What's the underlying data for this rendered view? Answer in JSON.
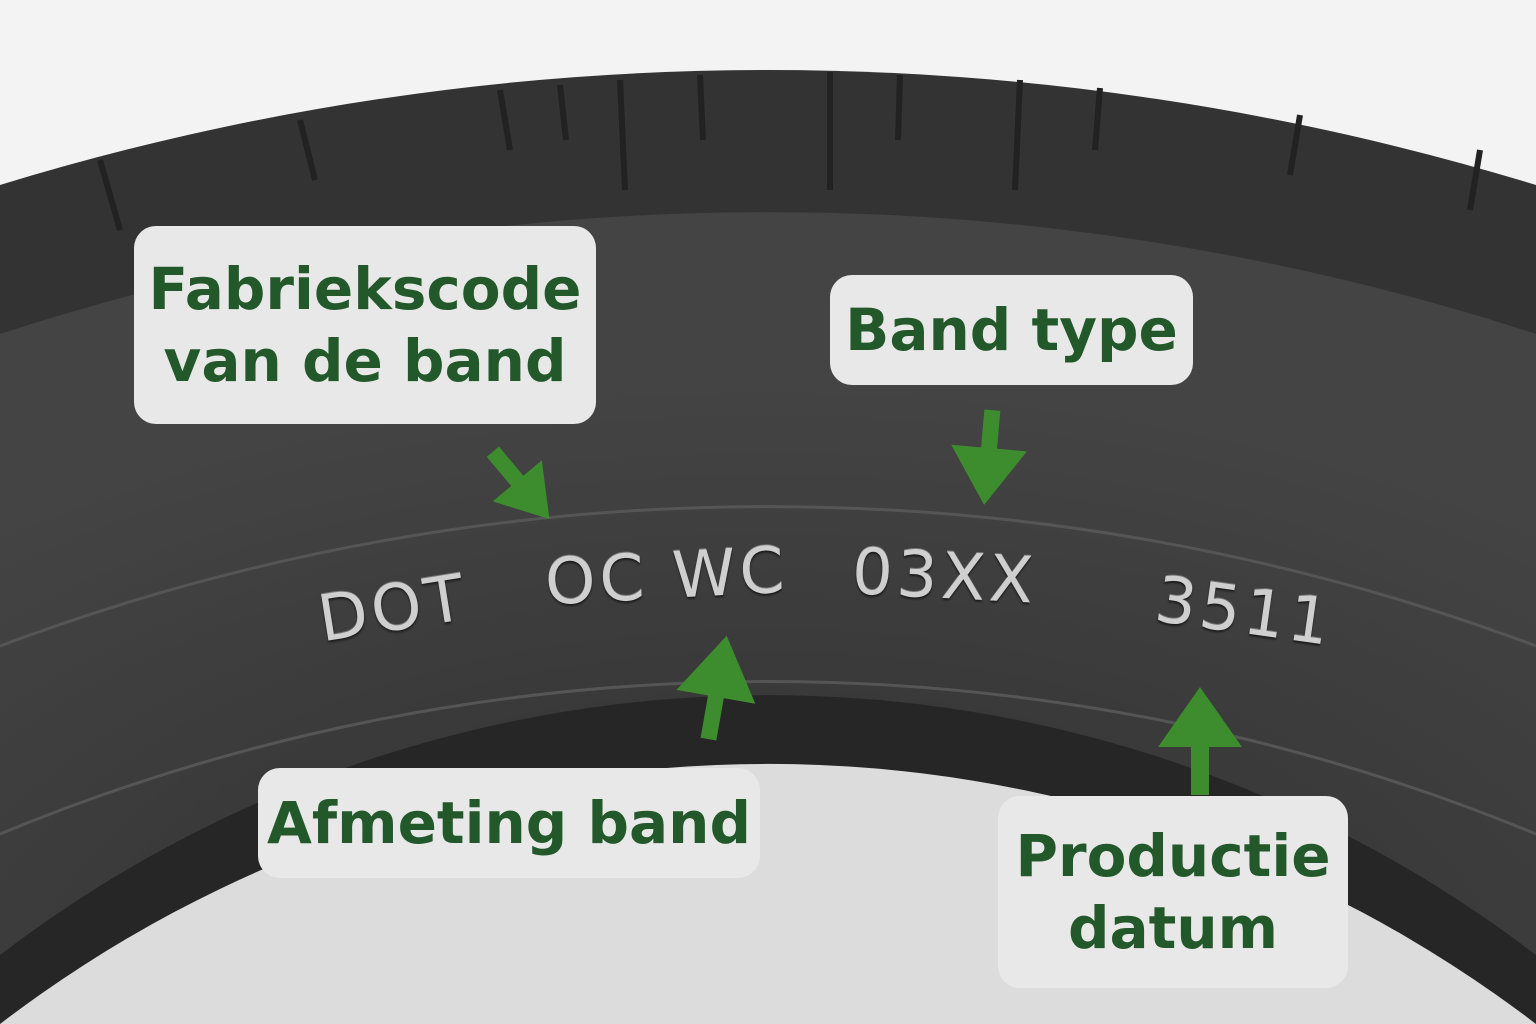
{
  "labels": {
    "factory_code": [
      "Fabriekscode",
      "van de band"
    ],
    "tire_type": "Band type",
    "tire_size": "Afmeting band",
    "production_date": [
      "Productie",
      "datum"
    ]
  },
  "sidewall_codes": {
    "dot": "DOT",
    "factory": "OC WC",
    "type": "03XX",
    "date": "3511"
  },
  "colors": {
    "tire": "#3a3a3a",
    "label_bg": "#e8e8e8",
    "label_text": "#23592a",
    "arrow": "#3d8c2e"
  }
}
